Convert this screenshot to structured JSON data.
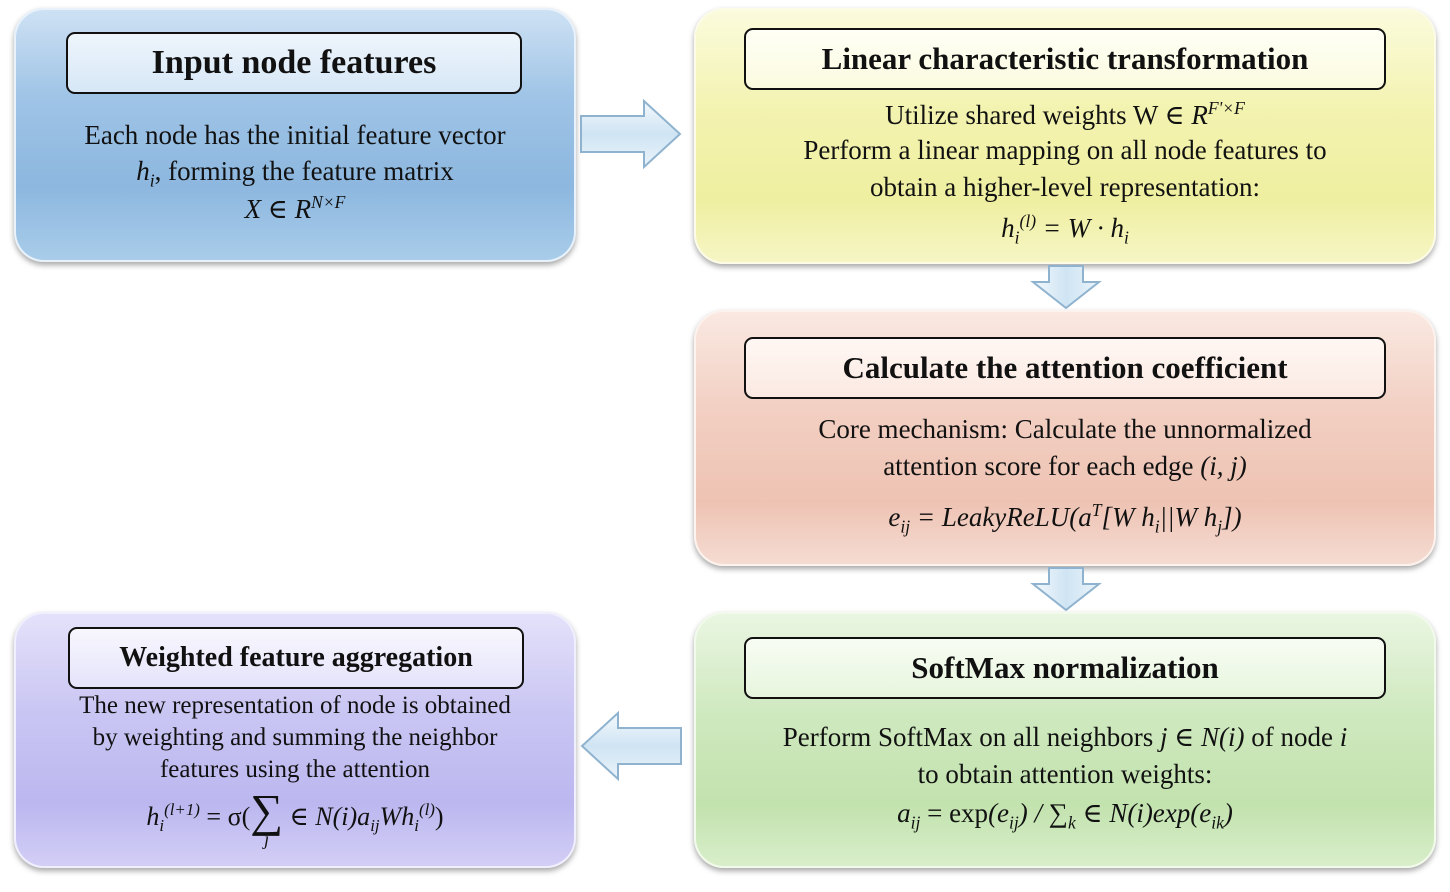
{
  "boxes": {
    "input": {
      "title": "Input node features",
      "line1": "Each node has the initial feature vector",
      "line2_var": "h",
      "line2_sub": "i",
      "line2_rest": ", forming the feature matrix",
      "line3_math": "X ∈ R",
      "line3_sup": "N×F"
    },
    "linear": {
      "title": "Linear characteristic transformation",
      "line1": "Utilize shared weights W ∈ ",
      "line1_math": "R",
      "line1_sup": "F'×F",
      "line2": "Perform a linear mapping on all node features to",
      "line3": "obtain a higher-level representation:",
      "formula_lhs": "h",
      "formula_sub": "i",
      "formula_sup": "(l)",
      "formula_rhs": " = W · h",
      "formula_rhs_sub": "i"
    },
    "attention": {
      "title": "Calculate the attention coefficient",
      "line1": "Core mechanism: Calculate the unnormalized",
      "line2": "attention score for each edge ",
      "line2_math": "(i, j)",
      "formula_a": "e",
      "formula_a_sub": "ij",
      "formula_b": " = LeakyReLU(a",
      "formula_b_sup": "T",
      "formula_c": "[W h",
      "formula_c_sub": "i",
      "formula_d": "||W h",
      "formula_d_sub": "j",
      "formula_e": "])"
    },
    "softmax": {
      "title": "SoftMax normalization",
      "line1": "Perform SoftMax on all neighbors ",
      "line1_math": "j ∈  N(i)",
      "line1_mid": " of node ",
      "line1_end": "i",
      "line2": "to obtain attention weights:",
      "formula_a": "a",
      "formula_a_sub": "ij",
      "formula_b": " = exp",
      "formula_c": "(e",
      "formula_c_sub": "ij",
      "formula_d": ") / ∑",
      "formula_d_sub": "k",
      "formula_e": " ∈ N(i)exp(e",
      "formula_e_sub": "ik",
      "formula_f": ")"
    },
    "aggregation": {
      "title": "Weighted feature aggregation",
      "line1": "The new representation of node is obtained",
      "line2": "by weighting and summing the neighbor",
      "line3": "features using the attention",
      "formula_a": "h",
      "formula_a_sub": "i",
      "formula_a_sup": "(l+1)",
      "formula_b": " = σ(",
      "formula_sum": "∑",
      "formula_sum_sub": "j",
      "formula_c": " ∈ N(i)a",
      "formula_c_sub": "ij",
      "formula_d": "Wh",
      "formula_d_sub": "i",
      "formula_d_sup": "(l)",
      "formula_e": ")"
    }
  },
  "colors": {
    "input": "#9fc4e6",
    "linear": "#f1f1a8",
    "attention": "#f0c8b9",
    "softmax": "#c8e6b6",
    "aggregation": "#c3bff1",
    "arrow_fill": "#cfe4f3",
    "arrow_stroke": "#8fb3cf"
  },
  "arrows": [
    "right-arrow",
    "down-arrow",
    "down-arrow",
    "left-arrow"
  ]
}
